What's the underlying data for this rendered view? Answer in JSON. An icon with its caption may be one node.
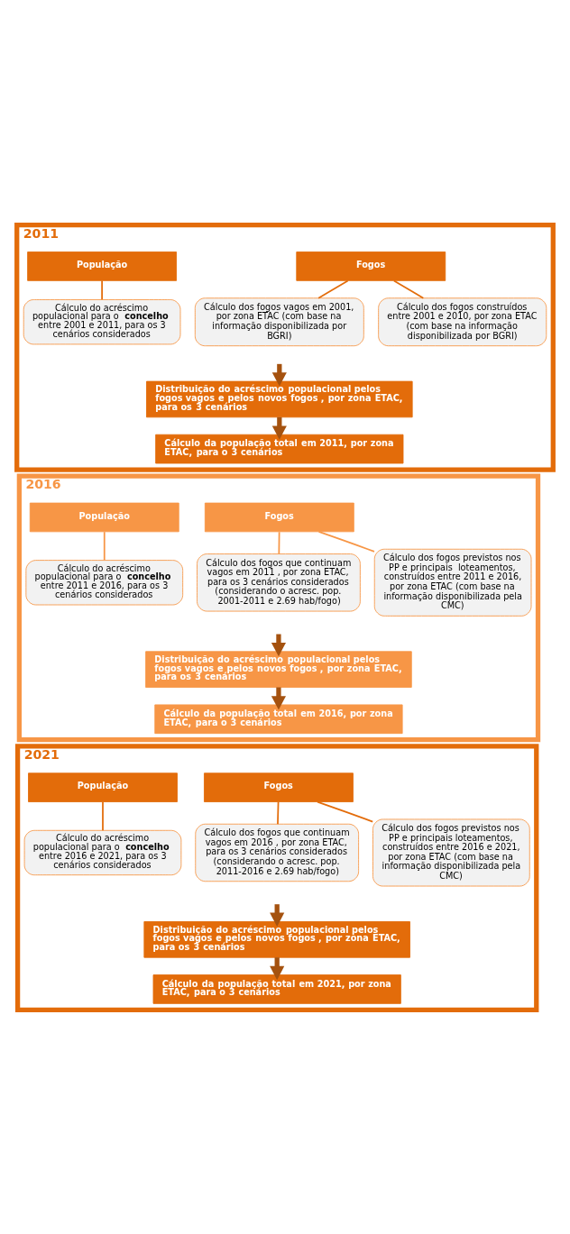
{
  "diagram": {
    "nodes": [
      {
        "text": [
          "2011"
        ]
      },
      {
        "text": [
          "Fogos"
        ],
        "in": 0
      },
      {
        "text": [
          "População"
        ],
        "in": 0
      },
      {
        "text": [
          "Cálculo dos fogos vagos em 2001, por zona ETAC (com base na informação disponibilizada por BGRI)"
        ],
        "in": 0
      },
      {
        "text": [
          "Cálculo dos fogos construídos entre 2001 e 2010, por zona ETAC (com base na informação disponibilizada por BGRI)"
        ],
        "in": 0
      },
      {
        "text": [
          "Cálculo do acréscimo populacional para o **concelho** entre 2001 e 2011, para os 3 cenários considerados"
        ],
        "in": 0
      },
      {
        "text": [
          "Distribuição do acréscimo populacional pelos fogos vagos e pelos novos fogos , por zona ETAC, para os 3 cenários"
        ],
        "in": 0
      },
      {
        "text": [
          "Cálculo da população total em 2011, por zona ETAC, para o 3 cenários"
        ],
        "in": 0
      },
      {
        "text": [
          "2016"
        ]
      },
      {
        "text": [
          "Fogos"
        ],
        "in": 8
      },
      {
        "text": [
          "População"
        ],
        "in": 8
      },
      {
        "text": [
          "Cálculo dos fogos que continuam vagos em 2011 , por zona ETAC, para os 3 cenários considerados (considerando o acresc. pop. 2001-2011 e 2.69 hab/fogo)"
        ],
        "in": 8
      },
      {
        "text": [
          "Cálculo dos fogos previstos nos PP e principais  loteamentos, construídos entre 2011 e 2016, por zona ETAC (com base na informação disponibilizada pela CMC)"
        ],
        "in": 8
      },
      {
        "text": [
          "Cálculo do acréscimo populacional para o **concelho** entre 2011 e 2016, para os 3 cenários considerados"
        ],
        "in": 8
      },
      {
        "text": [
          "Distribuição do acréscimo populacional pelos fogos vagos e pelos novos fogos , por zona ETAC, para os 3 cenários"
        ],
        "in": 8
      },
      {
        "text": [
          "Cálculo da população total em 2016, por zona ETAC, para o 3 cenários"
        ],
        "in": 8
      },
      {
        "text": [
          "2021"
        ]
      },
      {
        "text": [
          "Fogos"
        ],
        "in": 16
      },
      {
        "text": [
          "População"
        ],
        "in": 16
      },
      {
        "text": [
          "Cálculo dos fogos que continuam vagos em 2016 , por zona ETAC, para os 3 cenários considerados (considerando o acresc. pop. 2011-2016 e 2.69 hab/fogo)"
        ],
        "in": 16
      },
      {
        "text": [
          "Cálculo dos fogos previstos nos PP e principais loteamentos, construídos entre 2016 e 2021, por zona ETAC (com base na informação disponibilizada pela CMC)"
        ],
        "in": 16
      },
      {
        "text": [
          "Cálculo do acréscimo populacional para o **concelho** entre 2016 e 2021, para os 3 cenários considerados"
        ],
        "in": 16
      },
      {
        "text": [
          "Distribuição do acréscimo populacional pelos fogos vagos e pelos novos fogos , por zona ETAC, para os 3 cenários"
        ],
        "in": 16
      },
      {
        "text": [
          "Cálculo da população total em 2021, por zona ETAC, para o 3 cenários"
        ],
        "in": 16
      }
    ],
    "edges": [
      {
        "from": 1,
        "to": 3,
        "arrow": "none"
      },
      {
        "from": 1,
        "to": 4,
        "arrow": "none"
      },
      {
        "from": 2,
        "to": 5,
        "arrow": "none"
      },
      {
        "from": null,
        "to": 6,
        "arrow": "to",
        "style": "thick"
      },
      {
        "from": 6,
        "to": 7,
        "arrow": "to",
        "style": "thick"
      },
      {
        "from": 9,
        "to": 11,
        "arrow": "none"
      },
      {
        "from": 9,
        "to": 12,
        "arrow": "none"
      },
      {
        "from": 10,
        "to": 13,
        "arrow": "none"
      },
      {
        "from": null,
        "to": 14,
        "arrow": "to",
        "style": "thick"
      },
      {
        "from": 14,
        "to": 15,
        "arrow": "to",
        "style": "thick"
      },
      {
        "from": 17,
        "to": 19,
        "arrow": "none"
      },
      {
        "from": 17,
        "to": 20,
        "arrow": "none"
      },
      {
        "from": 18,
        "to": 21,
        "arrow": "none"
      },
      {
        "from": null,
        "to": 22,
        "arrow": "to",
        "style": "thick"
      },
      {
        "from": 22,
        "to": 23,
        "arrow": "to",
        "style": "thick"
      }
    ]
  }
}
